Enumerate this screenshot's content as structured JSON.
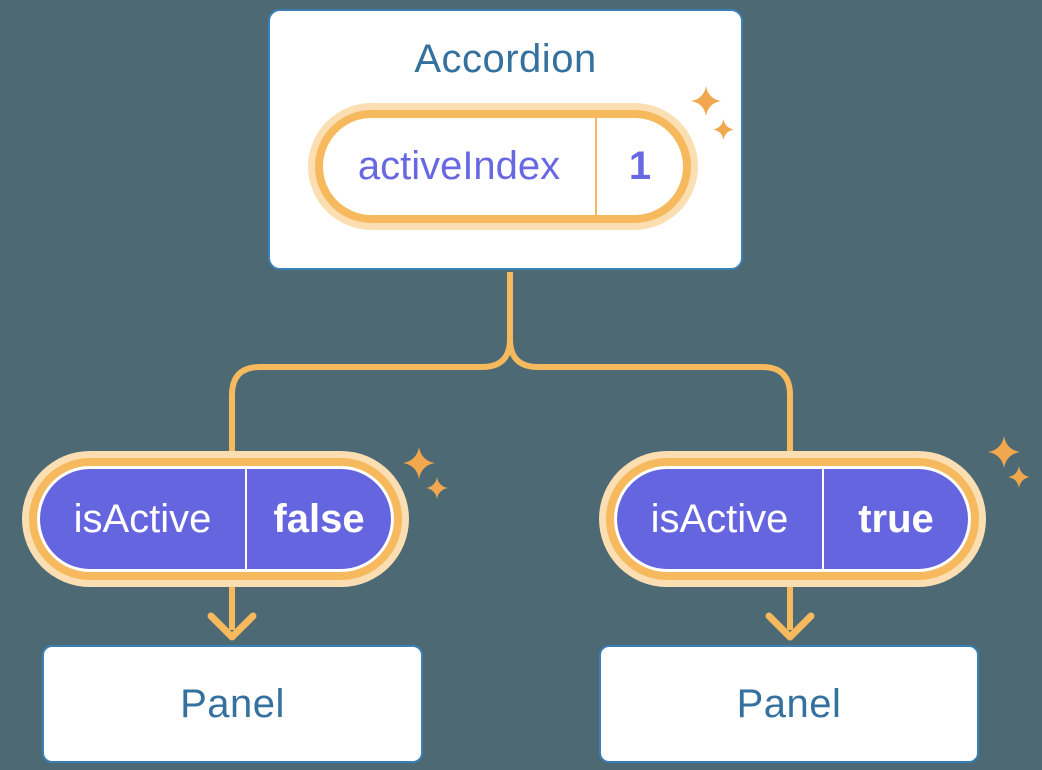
{
  "diagram": {
    "root": {
      "title": "Accordion",
      "state": {
        "name": "activeIndex",
        "value": "1"
      }
    },
    "children": [
      {
        "prop": {
          "name": "isActive",
          "value": "false"
        },
        "panel_label": "Panel"
      },
      {
        "prop": {
          "name": "isActive",
          "value": "true"
        },
        "panel_label": "Panel"
      }
    ]
  },
  "palette": {
    "background": "#4D6974",
    "card_border": "#3A80B5",
    "heading_text": "#34719F",
    "orange": "#F7B95E",
    "orange_glow": "#FBDFB2",
    "purple_fill": "#6565E0",
    "purple_text": "#6868E2",
    "sparkle": "#F0A74E",
    "white": "#FFFFFF"
  }
}
